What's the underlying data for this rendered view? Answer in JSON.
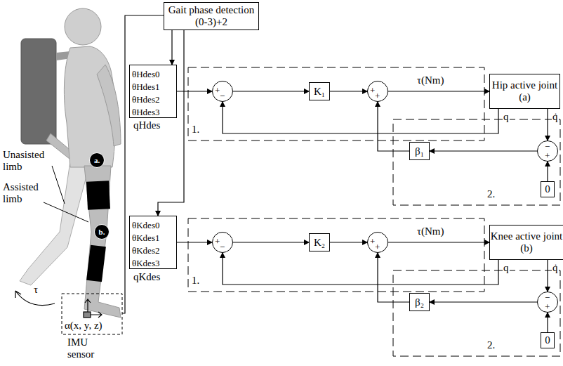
{
  "diagram": {
    "nodes": [
      {
        "text": [
          "Gait phase detection (0-3)+2"
        ]
      },
      {
        "text": [
          "θHdes0",
          "θHdes1",
          "θHdes2",
          "θHdes3"
        ]
      },
      {
        "text": [
          "+",
          "−"
        ]
      },
      {
        "text": [
          "K₁"
        ]
      },
      {
        "text": [
          "+",
          "+"
        ]
      },
      {
        "text": [
          "Hip active joint (a)"
        ]
      },
      {
        "text": [
          "β₁"
        ]
      },
      {
        "text": [
          "−",
          "+"
        ]
      },
      {
        "text": [
          "0"
        ]
      },
      {
        "text": [
          "θKdes0",
          "θKdes1",
          "θKdes2",
          "θKdes3"
        ]
      },
      {
        "text": [
          "+",
          "−"
        ]
      },
      {
        "text": [
          "K₂"
        ]
      },
      {
        "text": [
          "+",
          "+"
        ]
      },
      {
        "text": [
          "Knee active joint (b)"
        ]
      },
      {
        "text": [
          "β₂"
        ]
      },
      {
        "text": [
          "−",
          "+"
        ]
      },
      {
        "text": [
          "0"
        ]
      },
      {
        "text": [
          "a."
        ]
      },
      {
        "text": [
          "b."
        ]
      }
    ],
    "edges": [
      {
        "from": 0,
        "to": 1,
        "arrow": "to"
      },
      {
        "from": 0,
        "to": 9,
        "arrow": "to"
      },
      {
        "from": 1,
        "to": 2,
        "arrow": "to"
      },
      {
        "from": 2,
        "to": 3,
        "arrow": "to"
      },
      {
        "from": 3,
        "to": 4,
        "arrow": "to"
      },
      {
        "from": 4,
        "to": 5,
        "label": "τ(Nm)",
        "arrow": "to"
      },
      {
        "from": 5,
        "to": 2,
        "label": "q",
        "arrow": "to"
      },
      {
        "from": 5,
        "to": 7,
        "label": "q̇",
        "arrow": "to"
      },
      {
        "from": 8,
        "to": 7,
        "arrow": "to"
      },
      {
        "from": 7,
        "to": 6,
        "arrow": "to"
      },
      {
        "from": 6,
        "to": 4,
        "arrow": "to"
      },
      {
        "from": 9,
        "to": 10,
        "arrow": "to"
      },
      {
        "from": 10,
        "to": 11,
        "arrow": "to"
      },
      {
        "from": 11,
        "to": 12,
        "arrow": "to"
      },
      {
        "from": 12,
        "to": 13,
        "label": "τ(Nm)",
        "arrow": "to"
      },
      {
        "from": 13,
        "to": 10,
        "label": "q",
        "arrow": "to"
      },
      {
        "from": 13,
        "to": 15,
        "label": "q̇",
        "arrow": "to"
      },
      {
        "from": 16,
        "to": 15,
        "arrow": "to"
      },
      {
        "from": 15,
        "to": 14,
        "arrow": "to"
      },
      {
        "from": 14,
        "to": 12,
        "arrow": "to"
      }
    ],
    "labels": [
      "Unasisted limb",
      "Assisted limb",
      "τ",
      "α(x, y, z)",
      "IMU sensor",
      "qHdes",
      "1.",
      "2.",
      "qKdes",
      "1.",
      "2."
    ]
  }
}
